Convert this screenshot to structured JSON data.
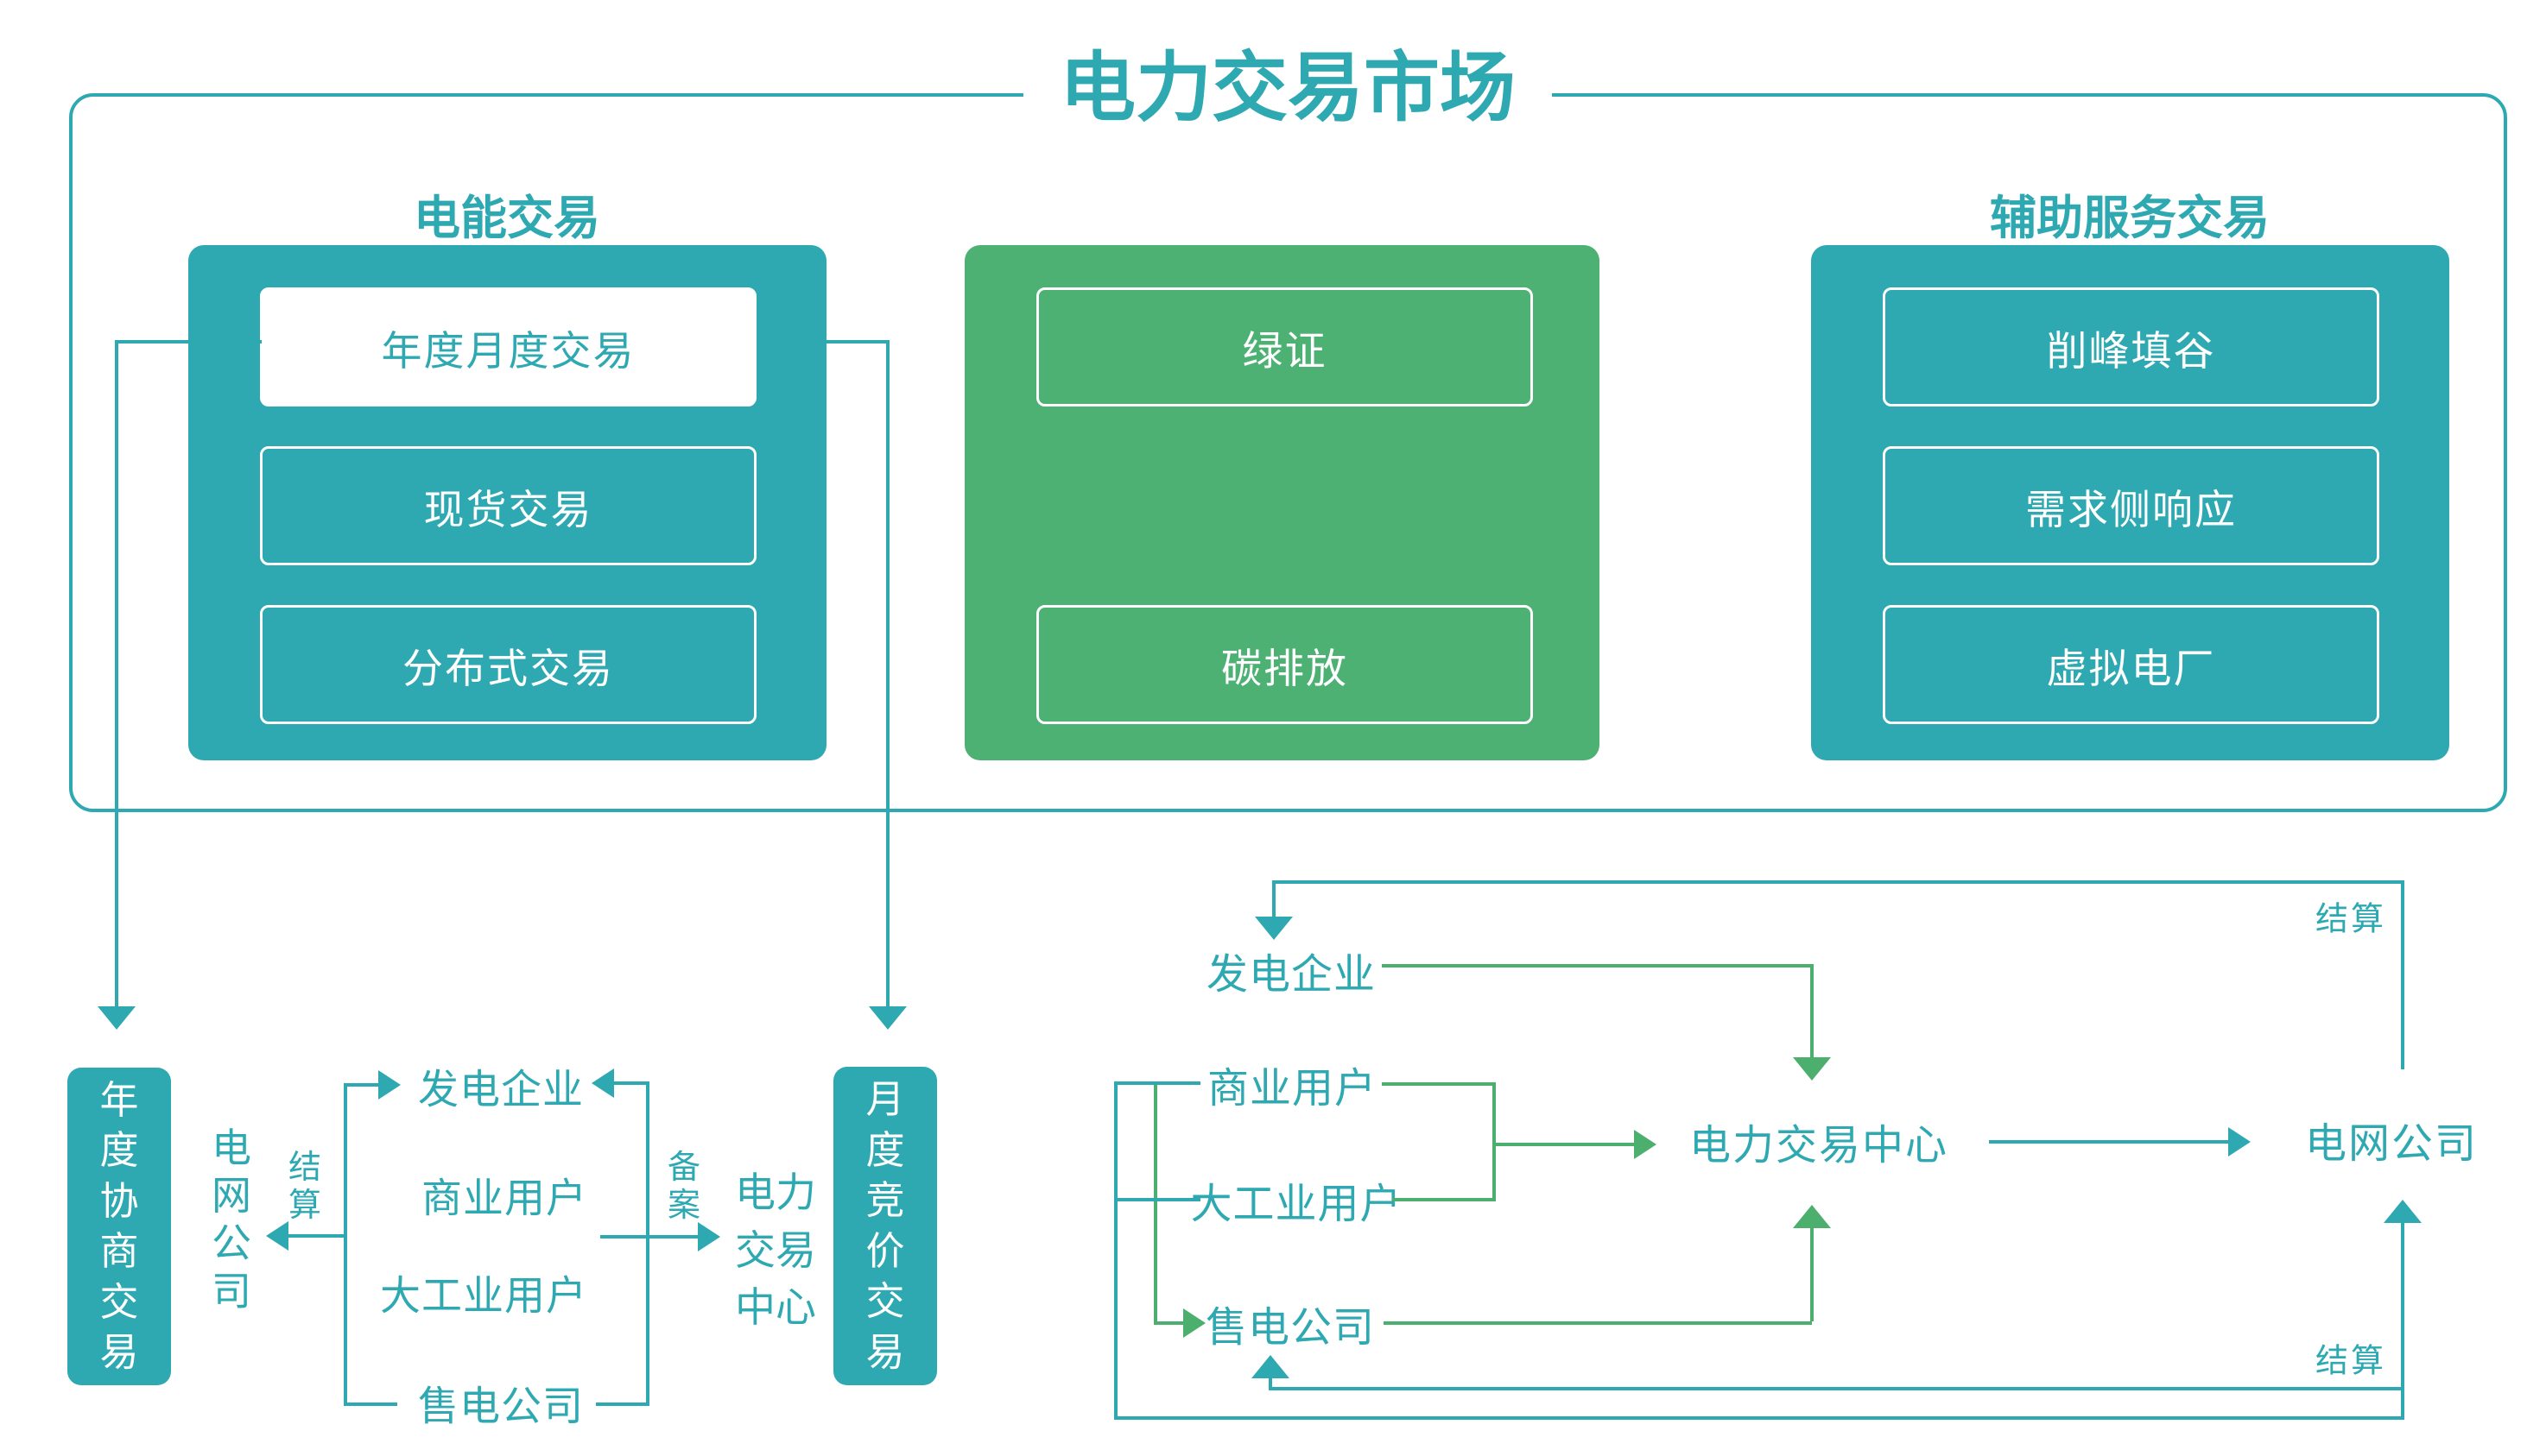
{
  "title": "电力交易市场",
  "market": {
    "energy": {
      "label": "电能交易",
      "items": [
        "年度月度交易",
        "现货交易",
        "分布式交易"
      ]
    },
    "green": {
      "items": [
        "绿证",
        "碳排放"
      ]
    },
    "ancillary": {
      "label": "辅助服务交易",
      "items": [
        "削峰填谷",
        "需求侧响应",
        "虚拟电厂"
      ]
    }
  },
  "left_flow": {
    "annual_box": "年度协商交易",
    "monthly_box": "月度竞价交易",
    "grid_company": "电网公司",
    "settle_label": "结算",
    "filing_label": "备案",
    "trade_center": "电力交易中心",
    "entities": [
      "发电企业",
      "商业用户",
      "大工业用户",
      "售电公司"
    ]
  },
  "right_flow": {
    "generator": "发电企业",
    "commercial": "商业用户",
    "industrial": "大工业用户",
    "retailer": "售电公司",
    "trade_center": "电力交易中心",
    "grid_company": "电网公司",
    "settle_top": "结算",
    "settle_bottom": "结算"
  },
  "colors": {
    "teal": "#2ea8b1",
    "green_box": "#4cb173",
    "green_line": "#4caf6d"
  }
}
